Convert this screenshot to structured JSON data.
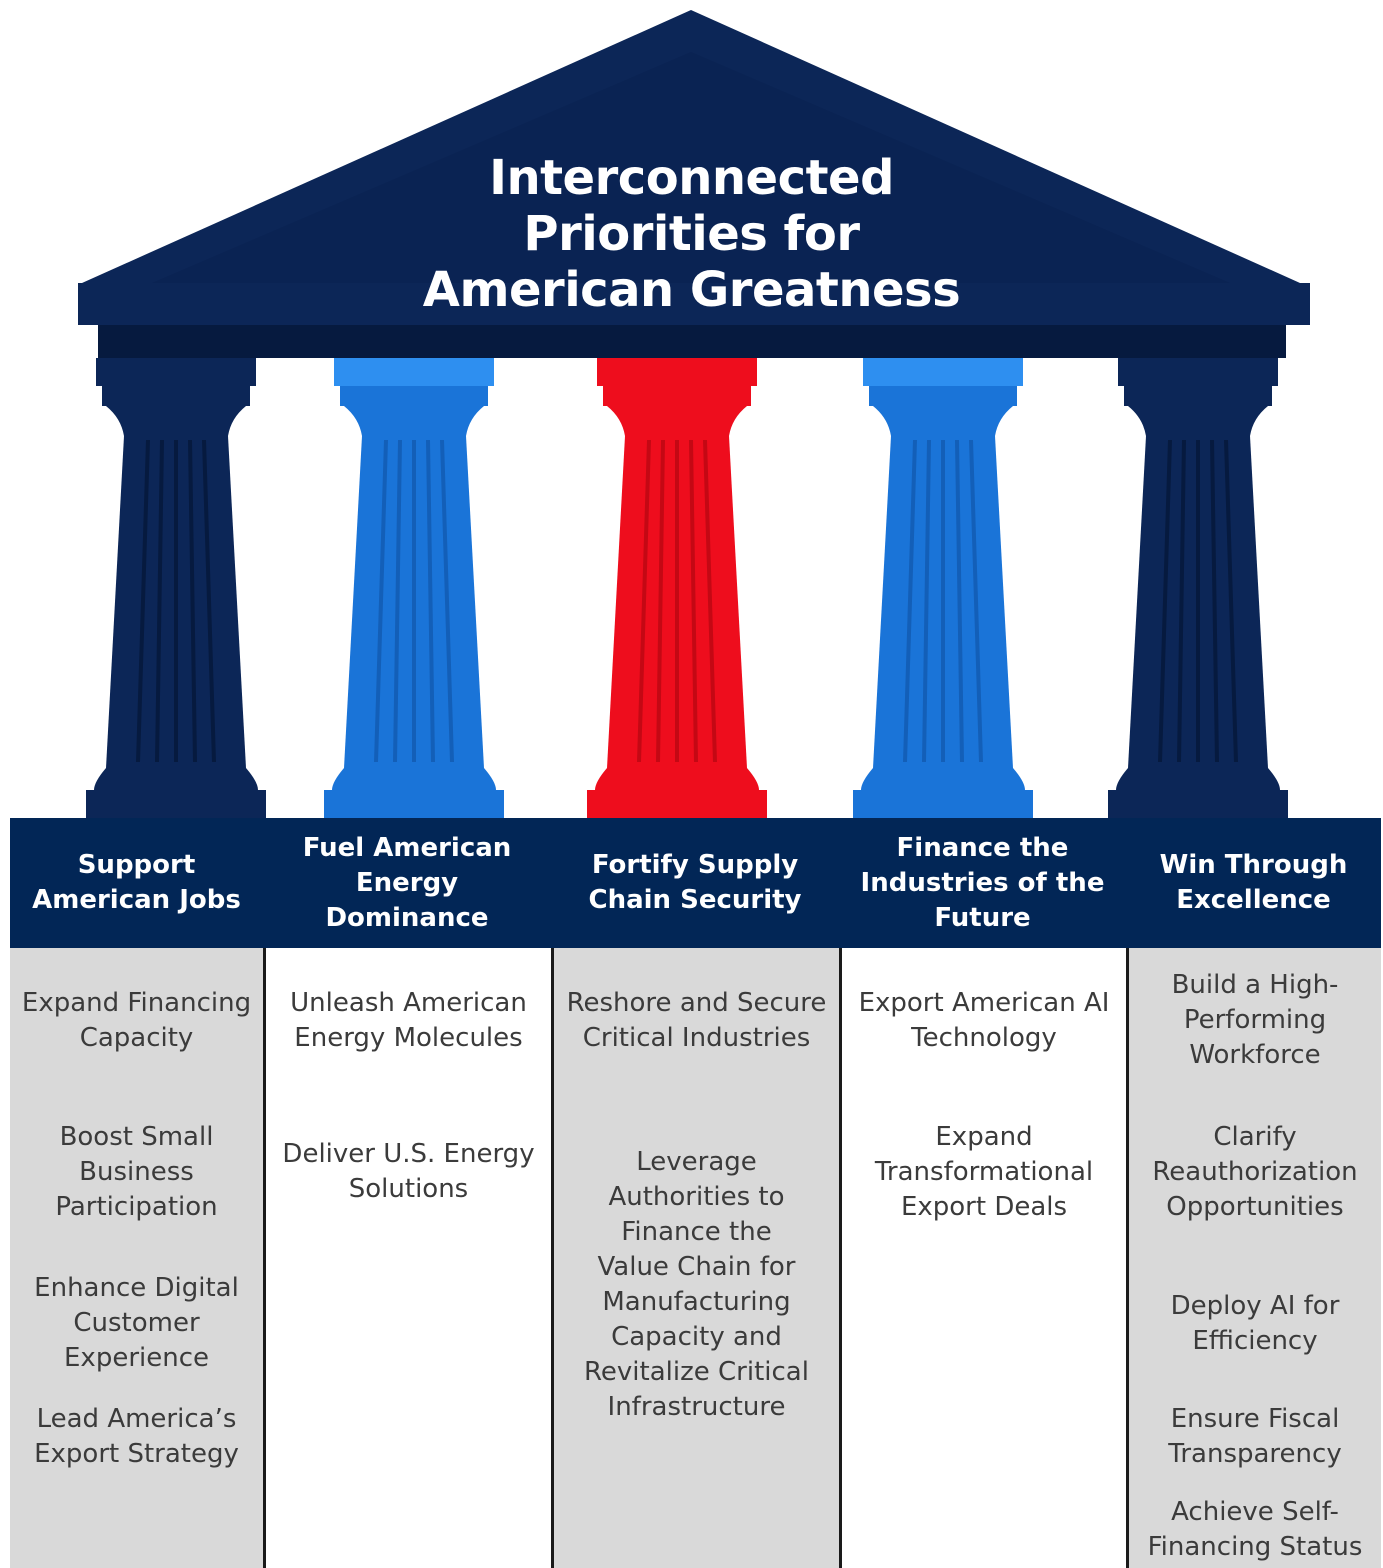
{
  "title": {
    "line1": "Interconnected",
    "line2": "Priorities for",
    "line3": "American Greatness"
  },
  "colors": {
    "navy": "#0c2657",
    "navy_dark": "#061a3f",
    "blue": "#1a74d8",
    "blue_light": "#2e8ff0",
    "red": "#ee0d1d",
    "header_bar": "#022656",
    "gray_column": "#d9d9d9"
  },
  "pillars": [
    {
      "color": "navy",
      "heading": [
        "Support",
        "American Jobs"
      ],
      "items": [
        [
          "Expand Financing",
          "Capacity"
        ],
        [
          "Boost Small",
          "Business",
          "Participation"
        ],
        [
          "Enhance Digital",
          "Customer",
          "Experience"
        ],
        [
          "Lead America’s",
          "Export Strategy"
        ]
      ]
    },
    {
      "color": "blue",
      "heading": [
        "Fuel American",
        "Energy",
        "Dominance"
      ],
      "items": [
        [
          "Unleash American",
          "Energy Molecules"
        ],
        [
          "Deliver U.S. Energy",
          "Solutions"
        ]
      ]
    },
    {
      "color": "red",
      "heading": [
        "Fortify Supply",
        "Chain Security"
      ],
      "items": [
        [
          "Reshore and Secure",
          "Critical Industries"
        ],
        [
          "Leverage",
          "Authorities to",
          "Finance the",
          "Value Chain for",
          "Manufacturing",
          "Capacity and",
          "Revitalize Critical",
          "Infrastructure"
        ]
      ]
    },
    {
      "color": "blue",
      "heading": [
        "Finance the",
        "Industries of the",
        "Future"
      ],
      "items": [
        [
          "Export American AI",
          "Technology"
        ],
        [
          "Expand",
          "Transformational",
          "Export Deals"
        ]
      ]
    },
    {
      "color": "navy",
      "heading": [
        "Win Through",
        "Excellence"
      ],
      "items": [
        [
          "Build a High-",
          "Performing",
          "Workforce"
        ],
        [
          "Clarify",
          "Reauthorization",
          "Opportunities"
        ],
        [
          "Deploy AI for",
          "Efficiency"
        ],
        [
          "Ensure Fiscal",
          "Transparency"
        ],
        [
          "Achieve Self-",
          "Financing Status"
        ]
      ]
    }
  ]
}
